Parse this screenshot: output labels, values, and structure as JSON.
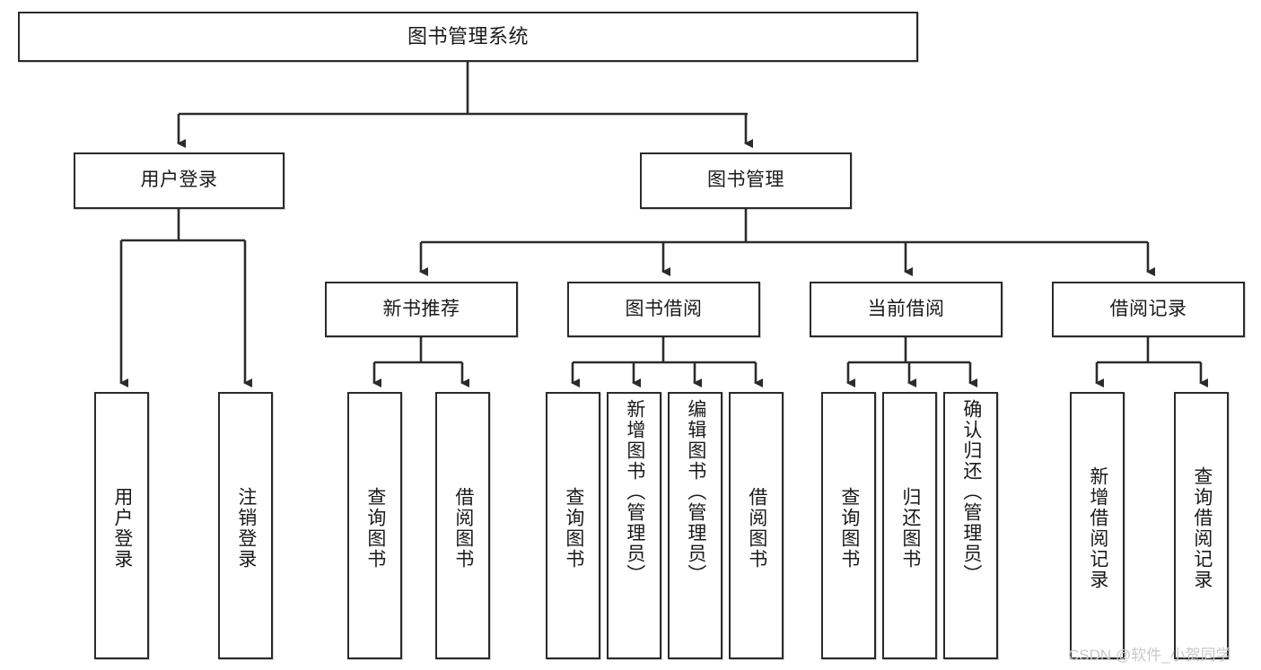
{
  "diagram": {
    "title": "图书管理系统",
    "type": "tree-hierarchy",
    "background_color": "#ffffff",
    "box_border_color": "#2b2b2b",
    "text_color": "#1a1a1a",
    "connector_color": "#2b2b2b"
  },
  "nodes": {
    "root": {
      "label": "图书管理系统"
    },
    "level2": [
      {
        "label": "用户登录"
      },
      {
        "label": "图书管理"
      }
    ],
    "level3": [
      {
        "label": "新书推荐"
      },
      {
        "label": "图书借阅"
      },
      {
        "label": "当前借阅"
      },
      {
        "label": "借阅记录"
      }
    ],
    "leaves": {
      "user_login": [
        {
          "label": "用户登录"
        },
        {
          "label": "注销登录"
        }
      ],
      "new_book_recommend": [
        {
          "label": "查询图书"
        },
        {
          "label": "借阅图书"
        }
      ],
      "book_borrow": [
        {
          "label": "查询图书"
        },
        {
          "label": "新增图书（管理员）"
        },
        {
          "label": "编辑图书（管理员）"
        },
        {
          "label": "借阅图书"
        }
      ],
      "current_borrow": [
        {
          "label": "查询图书"
        },
        {
          "label": "归还图书"
        },
        {
          "label": "确认归还（管理员）"
        }
      ],
      "borrow_record": [
        {
          "label": "新增借阅记录"
        },
        {
          "label": "查询借阅记录"
        }
      ]
    }
  },
  "watermark": {
    "text": "CSDN @软件_小贺同学",
    "color": "#c9c9c9"
  }
}
